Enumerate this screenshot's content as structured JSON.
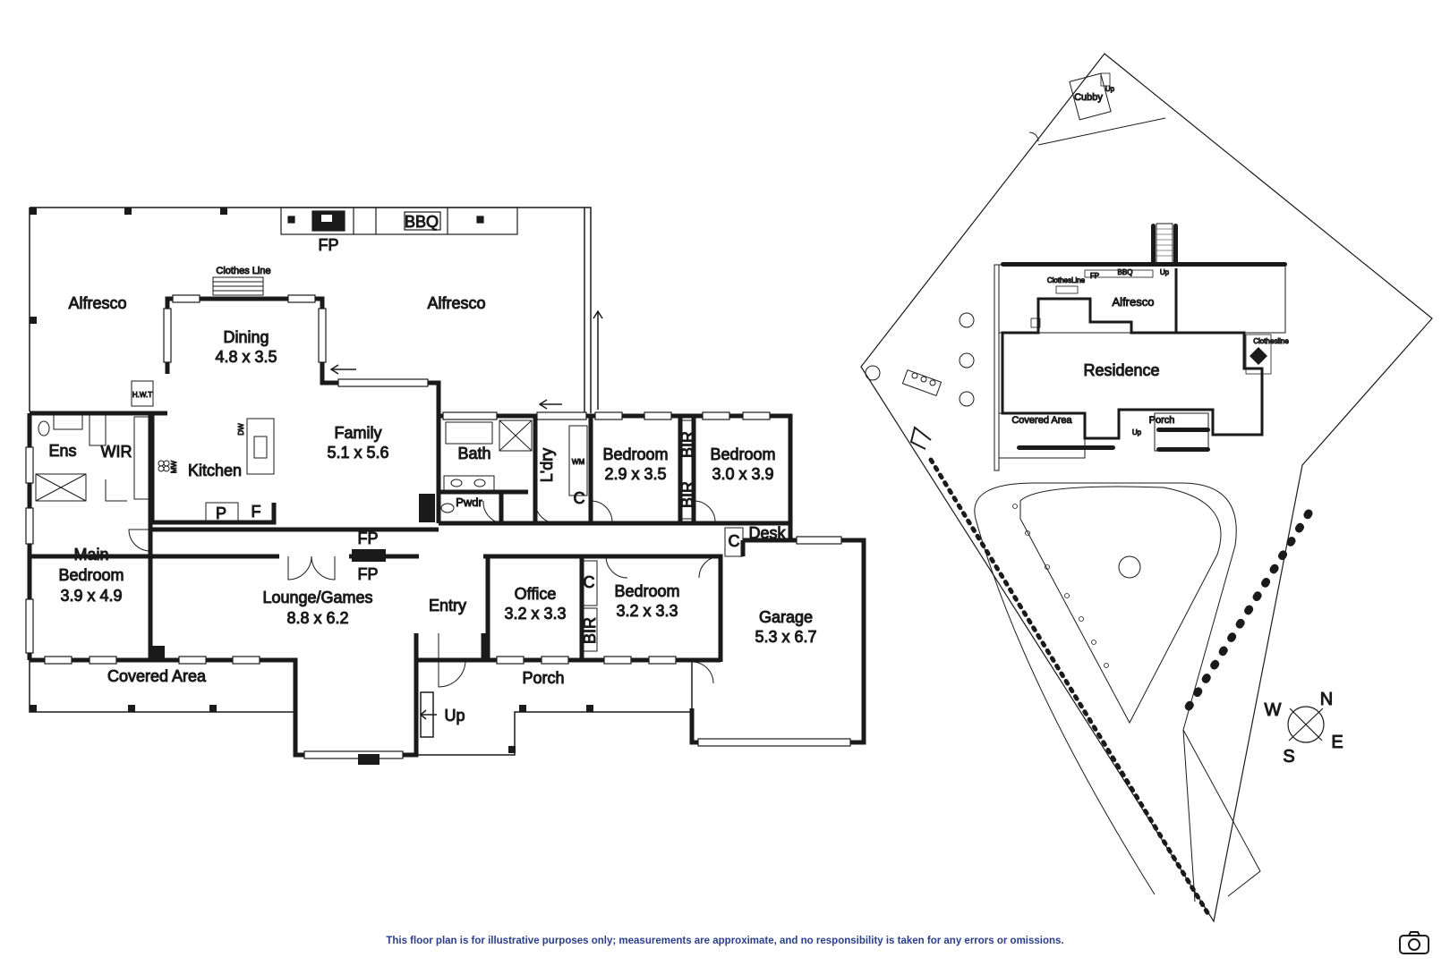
{
  "floor_plan": {
    "rooms": {
      "alfresco_left": {
        "name": "Alfresco"
      },
      "alfresco_right": {
        "name": "Alfresco"
      },
      "dining": {
        "name": "Dining",
        "size": "4.8 x 3.5"
      },
      "family": {
        "name": "Family",
        "size": "5.1 x 5.6"
      },
      "kitchen": {
        "name": "Kitchen"
      },
      "bath": {
        "name": "Bath"
      },
      "laundry": {
        "name": "L'dry"
      },
      "powder": {
        "name": "Pwdr"
      },
      "bedroom_2": {
        "name": "Bedroom",
        "size": "2.9 x 3.5"
      },
      "bedroom_3": {
        "name": "Bedroom",
        "size": "3.0 x 3.9"
      },
      "ensuite": {
        "name": "Ens"
      },
      "wir": {
        "name": "WIR"
      },
      "main_bedroom": {
        "name": "Main Bedroom",
        "line1": "Main",
        "line2": "Bedroom",
        "size": "3.9 x 4.9"
      },
      "lounge": {
        "name": "Lounge/Games",
        "size": "8.8 x 6.2"
      },
      "entry": {
        "name": "Entry"
      },
      "office": {
        "name": "Office",
        "size": "3.2 x 3.3"
      },
      "bedroom_4": {
        "name": "Bedroom",
        "size": "3.2 x 3.3"
      },
      "garage": {
        "name": "Garage",
        "size": "5.3 x 6.7"
      },
      "covered_area": {
        "name": "Covered Area"
      },
      "porch": {
        "name": "Porch"
      }
    },
    "labels": {
      "fp_top": "FP",
      "fp_mid_top": "FP",
      "fp_mid_bottom": "FP",
      "bbq": "BBQ",
      "clothes_line": "Clothes Line",
      "hwt": "H.W.T",
      "dw": "DW",
      "mw": "MW",
      "pantry": "P",
      "fridge": "F",
      "bir_1": "BIR",
      "bir_2": "BIR",
      "bir_3": "BIR",
      "cupboard_laundry": "C",
      "cupboard_desk": "C",
      "cupboard_office": "C",
      "wm": "WM",
      "desk": "Desk",
      "up": "Up"
    }
  },
  "site_plan": {
    "labels": {
      "cubby": "Cubby",
      "cubby_up": "Up",
      "alfresco": "Alfresco",
      "residence": "Residence",
      "covered_area": "Covered Area",
      "porch": "Porch",
      "porch_up": "Up",
      "clothesline": "Clothesline",
      "clothes_line": "ClothesLine",
      "fp": "FP",
      "bbq": "BBQ",
      "alfresco_up": "Up"
    },
    "compass": {
      "n": "N",
      "s": "S",
      "e": "E",
      "w": "W"
    }
  },
  "disclaimer": "This floor plan is for illustrative purposes only; measurements are approximate, and no responsibility is taken for any errors or omissions.",
  "icons": {
    "camera": "camera-icon"
  },
  "colors": {
    "wall": "#1a1a1a",
    "disclaimer": "#2c3e8a"
  }
}
